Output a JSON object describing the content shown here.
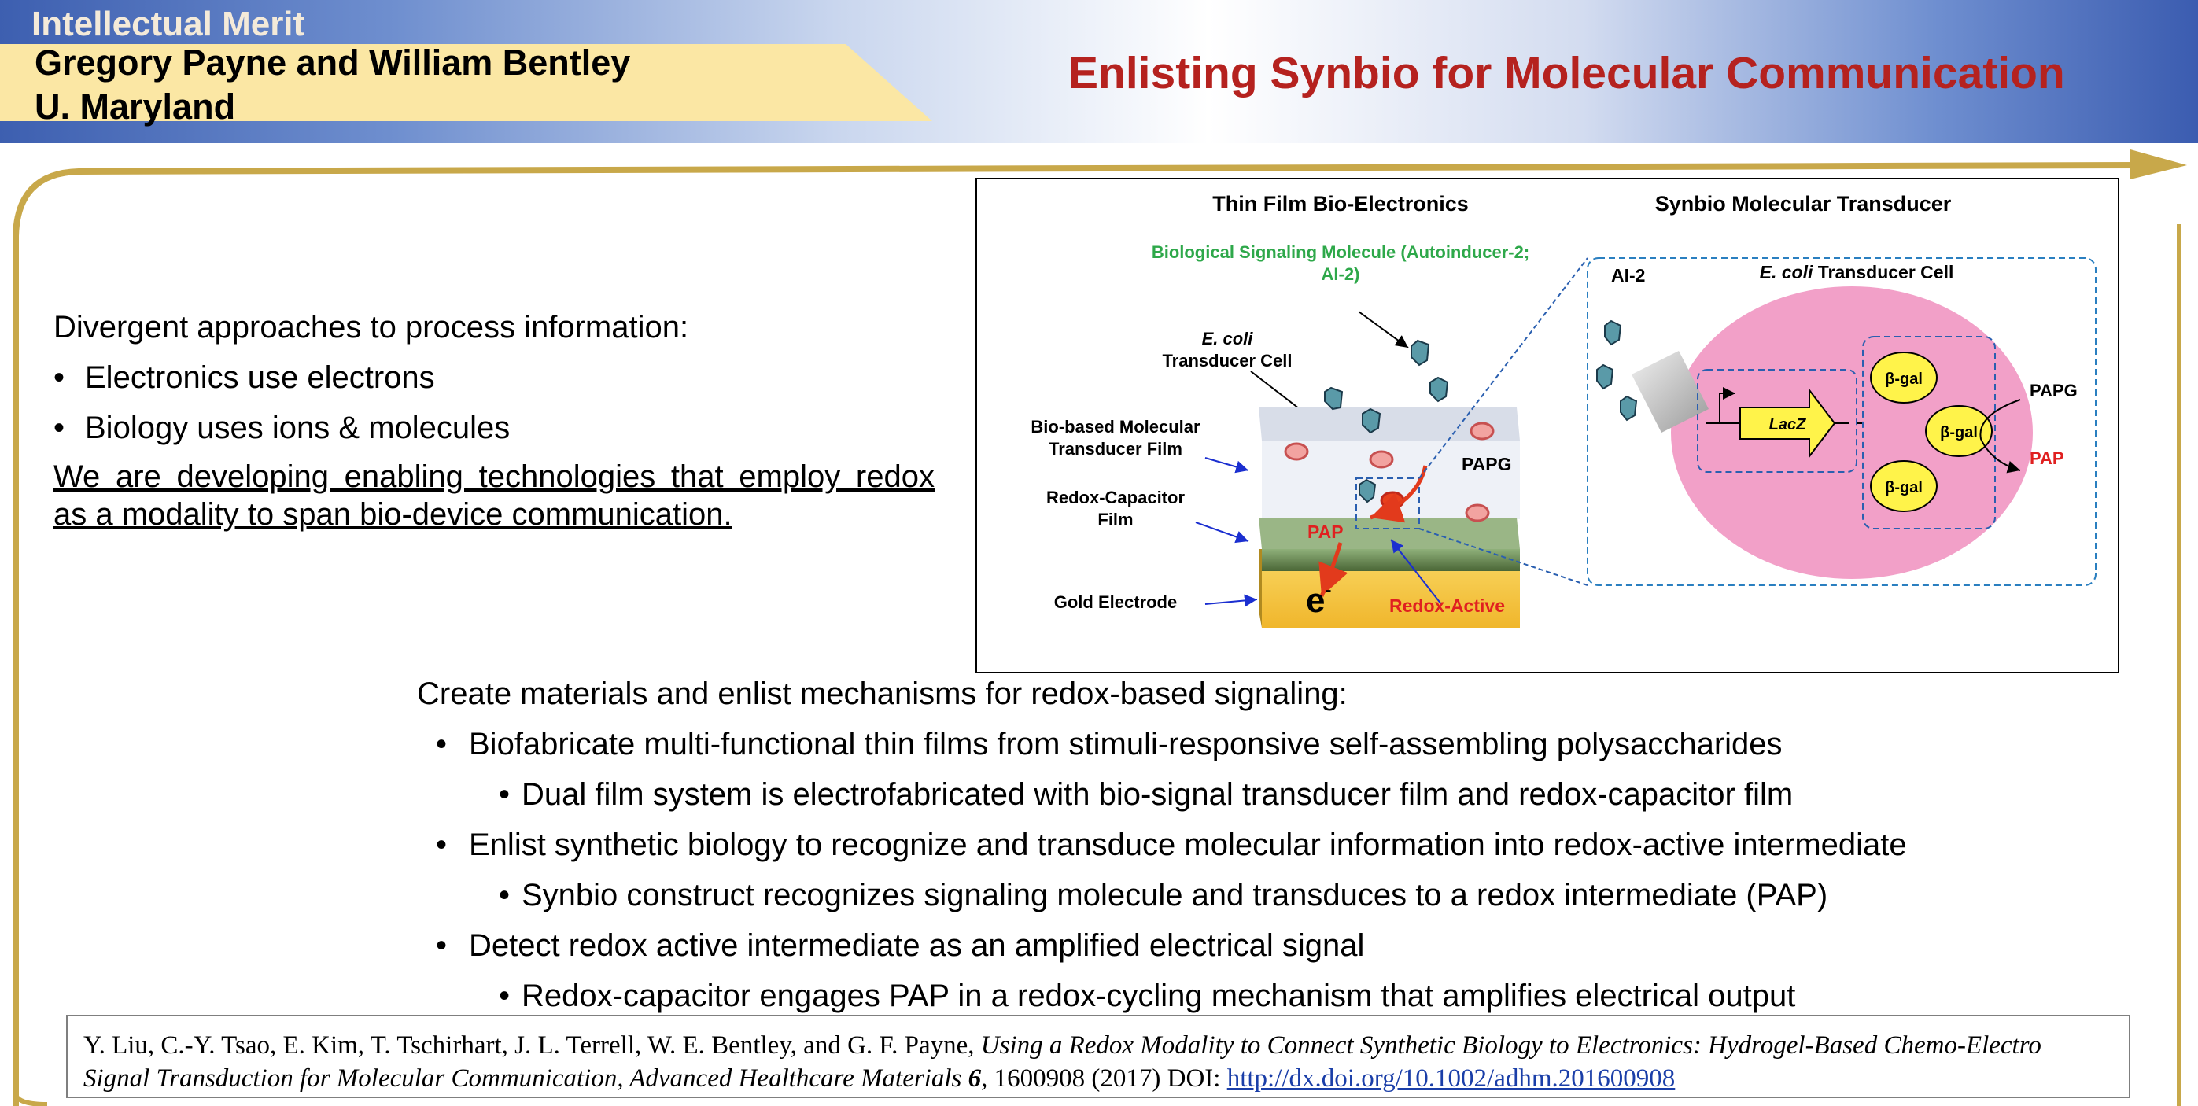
{
  "header": {
    "tag": "Intellectual Merit",
    "authors_line1": "Gregory Payne and William Bentley",
    "authors_line2": "U. Maryland",
    "title": "Enlisting Synbio for Molecular Communication"
  },
  "intro": {
    "lead": "Divergent approaches to process information:",
    "bullets": [
      "Electronics use electrons",
      "Biology uses ions & molecules"
    ],
    "underline_1": "We are developing enabling technologies that employ redox",
    "underline_2": "as a modality to span bio-device communication."
  },
  "figure": {
    "left_title": "Thin Film Bio-Electronics",
    "right_title": "Synbio Molecular Transducer",
    "signal_line1": "Biological Signaling Molecule (Autoinducer-2;",
    "signal_line2": "AI-2)",
    "ecoli_1": "E. coli",
    "ecoli_2": "Transducer Cell",
    "biofilm_1": "Bio-based Molecular",
    "biofilm_2": "Transducer Film",
    "redoxfilm_1": "Redox-Capacitor",
    "redoxfilm_2": "Film",
    "gold": "Gold Electrode",
    "papg": "PAPG",
    "pap": "PAP",
    "electron": "e",
    "electron_sup": "-",
    "redox_active": "Redox-Active",
    "ai2": "AI-2",
    "cell_ecoli": "E. coli",
    "cell_rest": " Transducer Cell",
    "lacz": "LacZ",
    "bgal": "β-gal",
    "right_papg": "PAPG",
    "right_pap": "PAP",
    "colors": {
      "green_label": "#2ea84a",
      "red_label": "#e02020",
      "cell_pink": "#f2a0c8",
      "gold": "#f5c542",
      "film_green": "#5a7a46"
    }
  },
  "main": {
    "lead": "Create materials and enlist mechanisms for redox-based signaling:",
    "items": [
      "Biofabricate multi-functional thin films from stimuli-responsive self-assembling polysaccharides",
      "Dual film system is electrofabricated with bio-signal transducer film and redox-capacitor film",
      "Enlist synthetic biology to recognize and transduce molecular information into redox-active intermediate",
      "Synbio construct recognizes signaling molecule and transduces to a redox intermediate (PAP)",
      "Detect redox active intermediate as an amplified electrical signal",
      "Redox-capacitor engages PAP in a redox-cycling mechanism that amplifies electrical output"
    ]
  },
  "reference": {
    "authors": "Y. Liu, C.-Y. Tsao, E. Kim, T. Tschirhart, J. L. Terrell, W. E. Bentley, and G. F. Payne, ",
    "title": "Using a Redox Modality to Connect Synthetic Biology to Electronics: Hydrogel-Based Chemo-Electro Signal Transduction for Molecular Communication, Advanced Healthcare Materials ",
    "volume": "6",
    "tail": ", 1600908 (2017) DOI: ",
    "link": "http://dx.doi.org/10.1002/adhm.201600908"
  }
}
